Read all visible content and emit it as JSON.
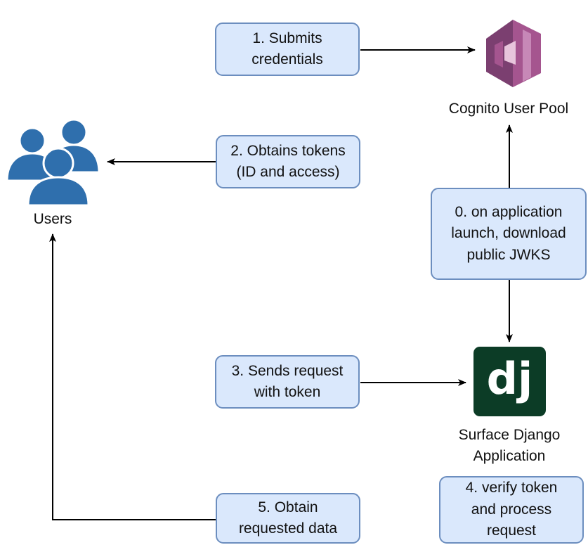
{
  "steps": {
    "step1": "1. Submits\ncredentials",
    "step2": "2. Obtains tokens\n(ID and access)",
    "step0": "0. on application\nlaunch, download\npublic JWKS",
    "step3": "3. Sends request\nwith token",
    "step4": "4. verify token\nand process\nrequest",
    "step5": "5. Obtain\nrequested data"
  },
  "nodes": {
    "users_label": "Users",
    "cognito_label": "Cognito User Pool",
    "django_label": "Surface Django\nApplication",
    "django_logo_text": "dj"
  },
  "colors": {
    "box_fill": "#dae8fc",
    "box_border": "#6c8ebf",
    "users_icon": "#2f6fad",
    "cognito_icon": "#8c4a7e",
    "django_bg": "#0c3c26",
    "arrow": "#000000"
  },
  "icons": {
    "users": "users-group-icon",
    "cognito": "aws-cognito-icon",
    "django": "django-logo-icon"
  }
}
